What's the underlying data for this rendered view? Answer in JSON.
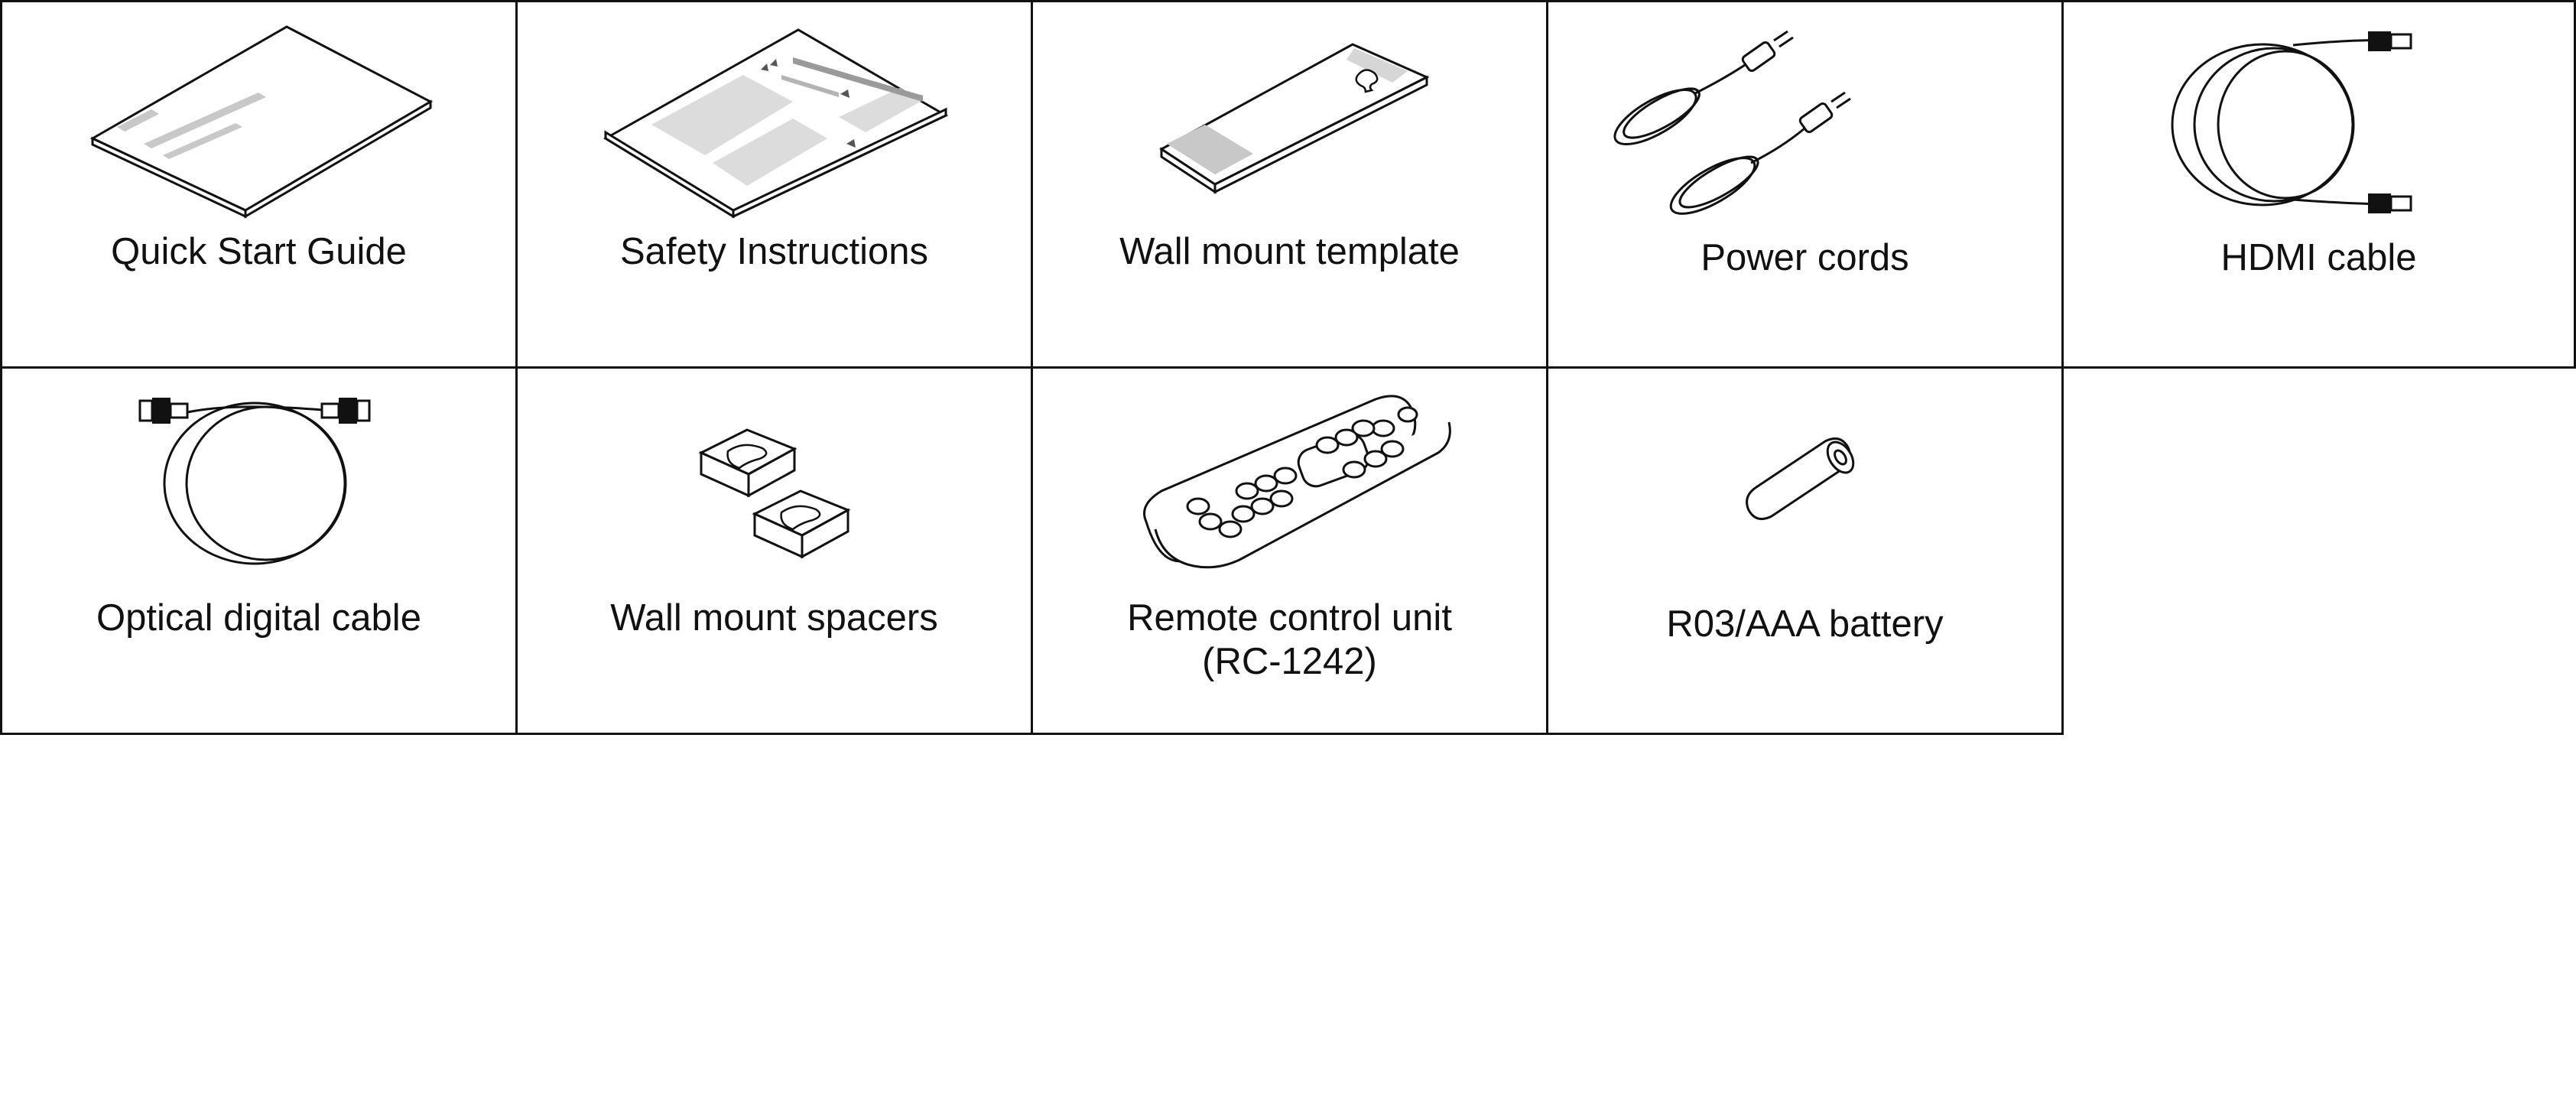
{
  "items": [
    {
      "label": "Quick Start Guide",
      "icon": "booklet-icon"
    },
    {
      "label": "Safety Instructions",
      "icon": "leaflet-icon"
    },
    {
      "label": "Wall mount template",
      "icon": "template-icon"
    },
    {
      "label": "Power cords",
      "icon": "power-cord-icon"
    },
    {
      "label": "HDMI cable",
      "icon": "hdmi-cable-icon"
    },
    {
      "label": "Optical digital cable",
      "icon": "optical-cable-icon"
    },
    {
      "label": "Wall mount spacers",
      "icon": "spacer-icon"
    },
    {
      "label": "Remote control unit",
      "label2": "(RC-1242)",
      "icon": "remote-control-icon"
    },
    {
      "label": "R03/AAA battery",
      "icon": "battery-icon"
    }
  ]
}
